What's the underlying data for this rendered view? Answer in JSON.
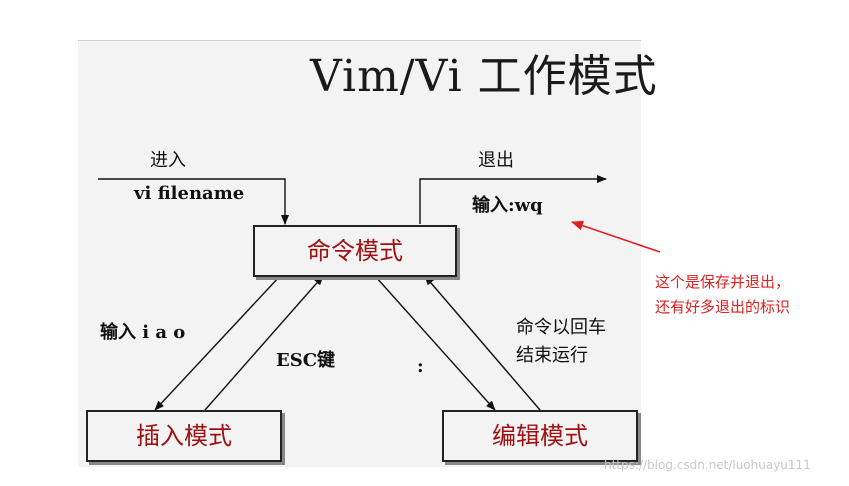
{
  "title": "Vim/Vi 工作模式",
  "modes": {
    "command": "命令模式",
    "insert": "插入模式",
    "edit": "编辑模式"
  },
  "labels": {
    "enter": "进入",
    "enter_cmd": "vi filename",
    "exit": "退出",
    "exit_cmd": "输入:wq",
    "insert_keys": "输入 i a o",
    "esc_key": "ESC键",
    "colon": ":",
    "run_line1": "命令以回车",
    "run_line2": "结束运行"
  },
  "annotation": {
    "line1": "这个是保存并退出，",
    "line2": "还有好多退出的标识"
  },
  "watermark": "https://blog.csdn.net/luohuayu111",
  "colors": {
    "mode_text": "#a01010",
    "annotation": "#e02020"
  }
}
